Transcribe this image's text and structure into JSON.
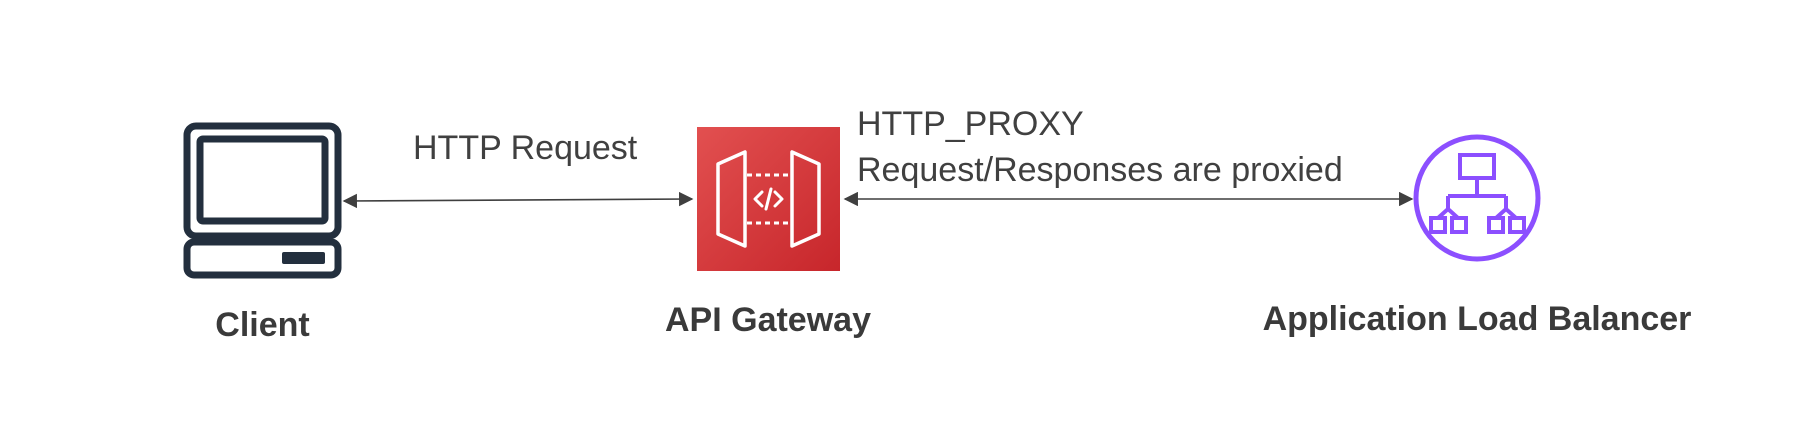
{
  "nodes": {
    "client": {
      "label": "Client",
      "icon": "computer-icon"
    },
    "api_gateway": {
      "label": "API Gateway",
      "icon": "api-gateway-icon",
      "color": "#D7363A"
    },
    "alb": {
      "label": "Application Load Balancer",
      "icon": "load-balancer-icon",
      "color": "#8C4FFF"
    }
  },
  "edges": {
    "client_to_gateway": {
      "label": "HTTP Request",
      "bidirectional": true
    },
    "gateway_to_alb": {
      "label_line1": "HTTP_PROXY",
      "label_line2": "Request/Responses are proxied",
      "bidirectional": true
    }
  },
  "colors": {
    "icon_dark": "#232F3E",
    "arrow": "#3f3f3f"
  }
}
